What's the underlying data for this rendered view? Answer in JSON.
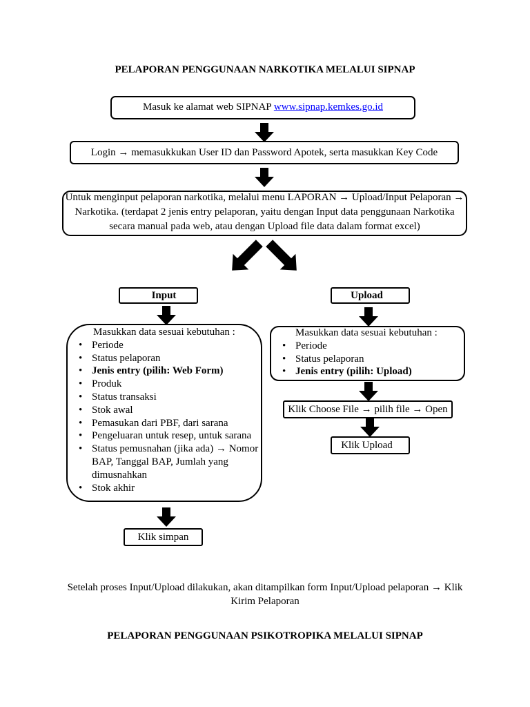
{
  "document": {
    "title_narkotika": "PELAPORAN PENGGUNAAN NARKOTIKA MELALUI SIPNAP",
    "title_psikotropika": "PELAPORAN PENGGUNAAN PSIKOTROPIKA MELALUI SIPNAP",
    "footer_note": "Setelah proses Input/Upload dilakukan, akan ditampilkan form Input/Upload pelaporan → Klik\nKirim Pelaporan"
  },
  "flow": {
    "step_access": {
      "text": "Masuk ke alamat web SIPNAP",
      "link": "www.sipnap.kemkes.go.id"
    },
    "step_login": "Login → memasukkukan User ID dan Password Apotek, serta masukkan Key Code",
    "step_menu": "Untuk menginput pelaporan narkotika, melalui menu LAPORAN → Upload/Input Pelaporan →\nNarkotika. (terdapat 2 jenis entry pelaporan, yaitu dengan Input data penggunaan Narkotika\nsecara manual pada web, atau dengan Upload file data dalam format excel)"
  },
  "branch_input": {
    "label": "Input",
    "intro": "Masukkan data sesuai kebutuhan :",
    "items": [
      "Periode",
      "Status pelaporan",
      "Jenis entry (pilih: Web Form)",
      "Produk",
      "Status transaksi",
      "Stok awal",
      "Pemasukan dari PBF, dari sarana",
      "Pengeluaran untuk resep, untuk sarana",
      "Status pemusnahan (jika ada) → Nomor\nBAP, Tanggal BAP, Jumlah yang\ndimusnahkan",
      "Stok akhir"
    ],
    "action": "Klik simpan"
  },
  "branch_upload": {
    "label": "Upload",
    "intro": "Masukkan data sesuai kebutuhan :",
    "items": [
      "Periode",
      "Status pelaporan",
      "Jenis entry (pilih: Upload)"
    ],
    "action_choose": "Klik Choose File → pilih file → Open",
    "action_upload": "Klik Upload"
  },
  "icons": {
    "flow_arrow": "arrow-down-icon",
    "branch_left": "arrow-down-left-icon",
    "branch_right": "arrow-down-right-icon"
  },
  "colors": {
    "link": "#0000ff",
    "ink": "#000000",
    "background": "#ffffff"
  }
}
